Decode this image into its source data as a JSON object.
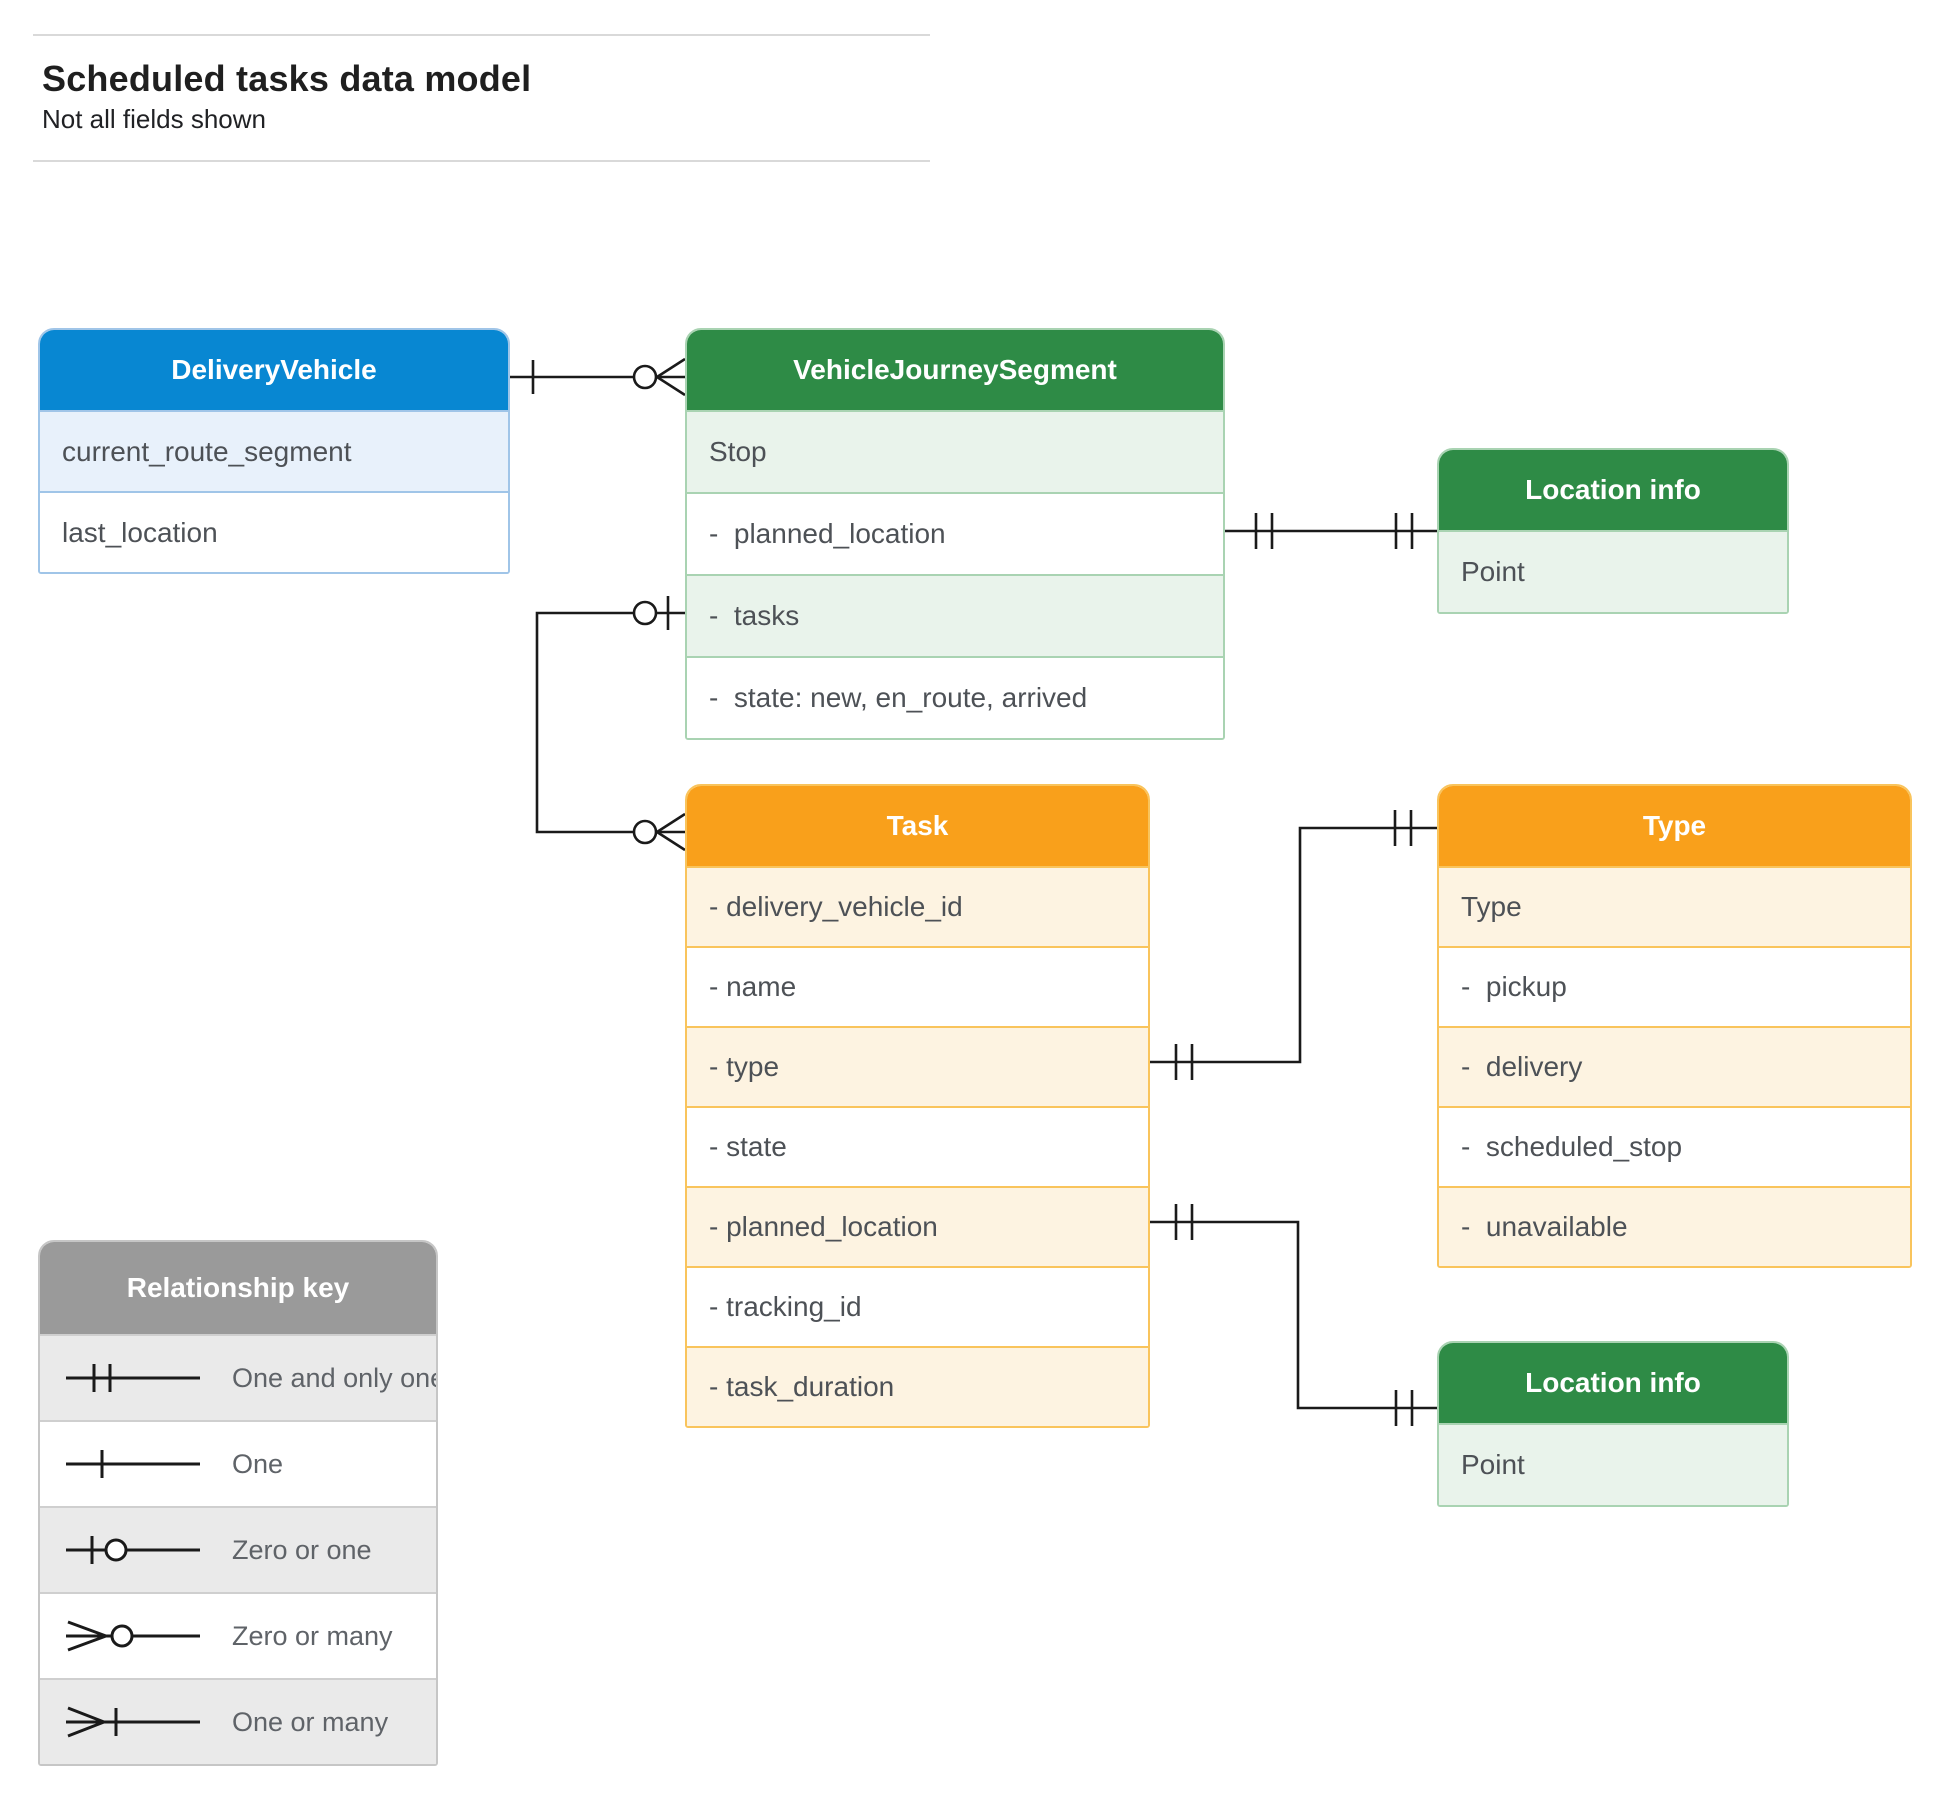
{
  "page": {
    "title": "Scheduled tasks data model",
    "subtitle": "Not all fields shown"
  },
  "colors": {
    "blue_header": "#0887d2",
    "blue_tint": "#e8f1fb",
    "blue_border": "#a0c5e8",
    "green_header": "#2e8b46",
    "green_tint": "#e9f3eb",
    "green_border": "#a9d3b2",
    "orange_header": "#f9a01b",
    "orange_tint": "#fdf3e1",
    "orange_border": "#f9c45c",
    "gray_header": "#9a9a9a",
    "gray_tint": "#eaeaea",
    "row_text": "#4d5156",
    "connector": "#1a1a1a"
  },
  "entities": {
    "delivery_vehicle": {
      "title": "DeliveryVehicle",
      "fields": [
        "current_route_segment",
        "last_location"
      ]
    },
    "vehicle_journey_segment": {
      "title": "VehicleJourneySegment",
      "fields": [
        "Stop",
        "-  planned_location",
        "-  tasks",
        "-  state: new, en_route, arrived"
      ]
    },
    "location_info_top": {
      "title": "Location info",
      "fields": [
        "Point"
      ]
    },
    "task": {
      "title": "Task",
      "fields": [
        "- delivery_vehicle_id",
        "- name",
        "- type",
        "- state",
        "- planned_location",
        "- tracking_id",
        "- task_duration"
      ]
    },
    "type": {
      "title": "Type",
      "fields": [
        "Type",
        "-  pickup",
        "-  delivery",
        "-  scheduled_stop",
        "-  unavailable"
      ]
    },
    "location_info_bottom": {
      "title": "Location info",
      "fields": [
        "Point"
      ]
    }
  },
  "legend": {
    "title": "Relationship key",
    "items": [
      "One and only one",
      "One",
      "Zero or one",
      "Zero or many",
      "One or many"
    ]
  },
  "relationships": [
    {
      "from": "DeliveryVehicle",
      "to": "VehicleJourneySegment",
      "from_cardinality": "one",
      "to_cardinality": "zero or many"
    },
    {
      "from": "VehicleJourneySegment.tasks",
      "to": "Task",
      "from_cardinality": "zero or one",
      "to_cardinality": "zero or many"
    },
    {
      "from": "VehicleJourneySegment.planned_location",
      "to": "Location info",
      "from_cardinality": "one and only one",
      "to_cardinality": "one and only one"
    },
    {
      "from": "Task.type",
      "to": "Type",
      "from_cardinality": "one and only one",
      "to_cardinality": "one and only one"
    },
    {
      "from": "Task.planned_location",
      "to": "Location info",
      "from_cardinality": "one and only one",
      "to_cardinality": "one and only one"
    }
  ]
}
